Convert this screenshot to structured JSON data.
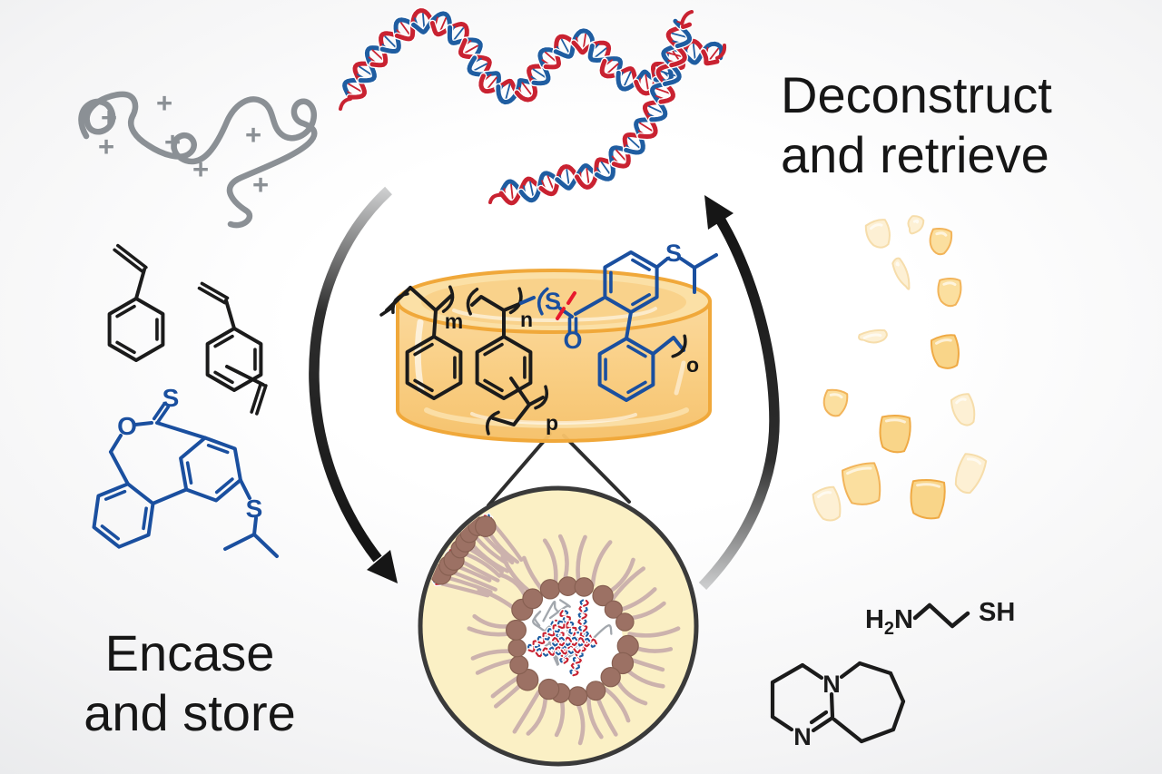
{
  "illustration": {
    "headline_left": {
      "line1": "Encase",
      "line2": "and store"
    },
    "headline_right": {
      "line1": "Deconstruct",
      "line2": "and retrieve"
    }
  },
  "labels": {
    "subscript_m": "m",
    "subscript_n": "n",
    "subscript_o": "o",
    "subscript_p": "p",
    "sulfur": "S",
    "oxygen": "O",
    "nitrogen": "N",
    "thiol": "SH",
    "amine_h": "H",
    "amine_subscript": "2",
    "amine_n": "N",
    "plus_charge": "+"
  },
  "colors": {
    "ink": "#1b1b1b",
    "chem_blue": "#1a4f9f",
    "cleave_red": "#e8192c",
    "dna_red": "#c92231",
    "dna_blue": "#1f5da1",
    "polymer_gray": "#8b9095",
    "amber_stroke": "#f0a83a",
    "amber_fill": "#f9d087",
    "amber_light": "#fbe0a6",
    "amber_pale": "#fdedca",
    "lens_fill": "#fbf0c5",
    "lens_stroke": "#3a3a3a",
    "micelle_dot": "#9c7164",
    "micelle_dot_stroke": "#876052",
    "micelle_hair": "#ccb2ad",
    "core_tangle": "#a2a7ad",
    "arrow_dark": "#161616",
    "arrow_light": "#c9cbcc"
  }
}
